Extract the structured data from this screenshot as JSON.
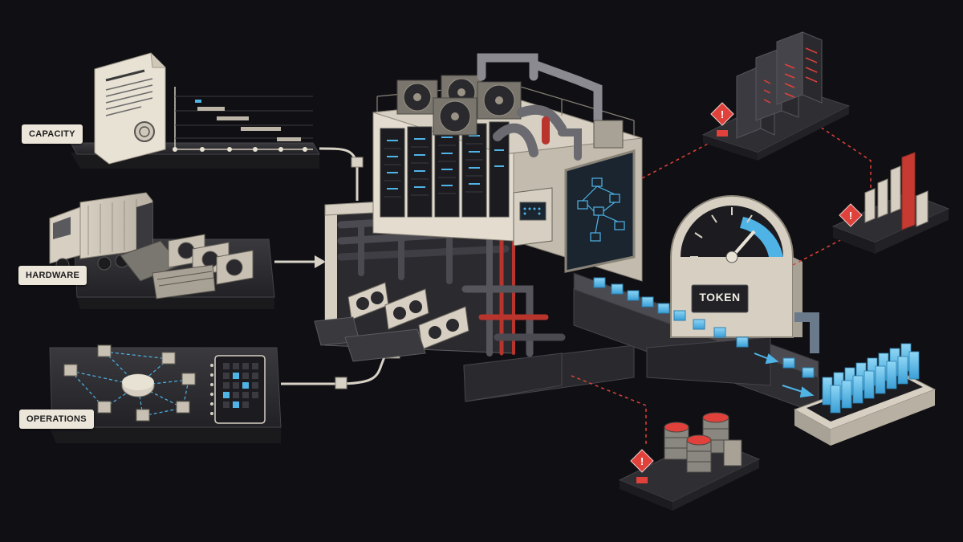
{
  "labels": {
    "capacity": "CAPACITY",
    "hardware": "HARDWARE",
    "operations": "OPERATIONS",
    "token": "TOKEN"
  },
  "colors": {
    "background": "#101014",
    "label_bg": "#ece6da",
    "alert": "#e0413a",
    "token_blue": "#4fb3e6",
    "pipe_red": "#b8342d"
  }
}
